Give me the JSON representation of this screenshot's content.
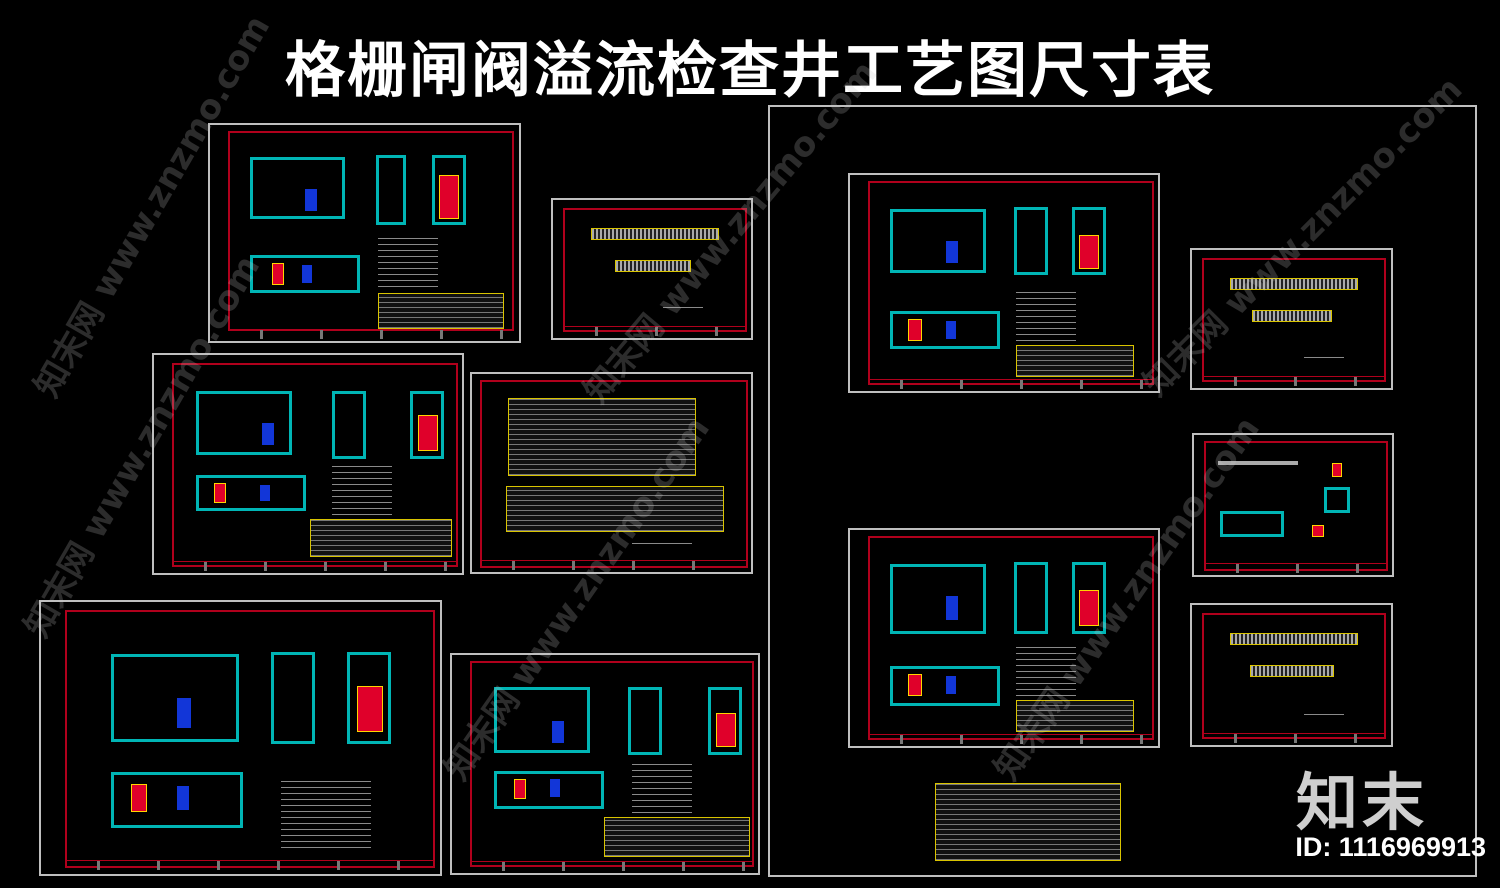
{
  "title": "格栅闸阀溢流检查井工艺图尺寸表",
  "logo": "知末",
  "image_id": "ID: 1116969913",
  "watermark": "知末网 www.znzmo.com",
  "colors": {
    "background": "#000000",
    "frame": "#bfbfbf",
    "inner_border": "#b0001c",
    "well_outline": "#00b5b5",
    "valve_red": "#e0002a",
    "valve_blue": "#1236d8",
    "table_border": "#d9c400"
  }
}
